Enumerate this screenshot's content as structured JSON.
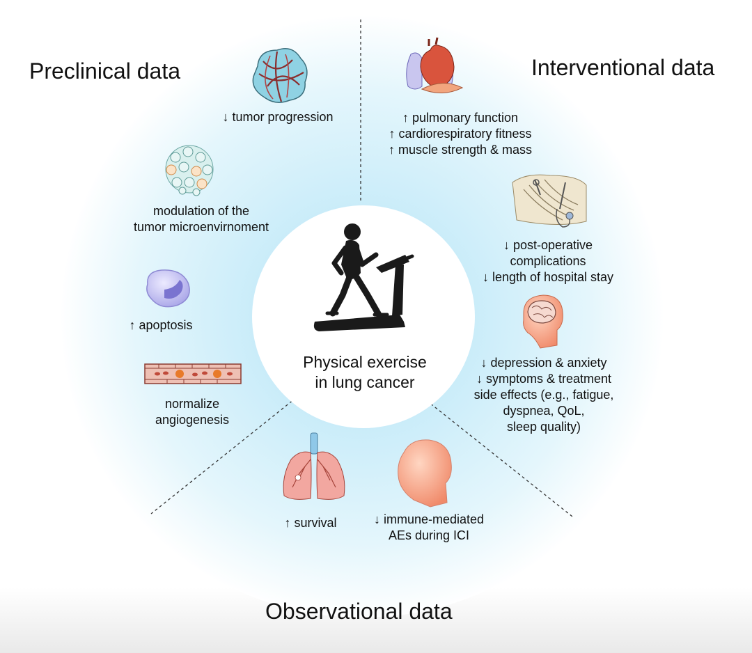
{
  "sections": {
    "preclinical": "Preclinical data",
    "interventional": "Interventional data",
    "observational": "Observational data"
  },
  "center": {
    "line1": "Physical exercise",
    "line2": "in lung cancer"
  },
  "preclinical": {
    "tumor_progression": "↓ tumor progression",
    "microenv_1": "modulation of the",
    "microenv_2": "tumor microenvirnoment",
    "apoptosis": "↑ apoptosis",
    "angio_1": "normalize",
    "angio_2": "angiogenesis"
  },
  "interventional": {
    "pulmonary": "↑ pulmonary function",
    "cardio": "↑ cardiorespiratory fitness",
    "muscle": "↑ muscle strength & mass",
    "postop_1": "↓ post-operative",
    "postop_2": "complications",
    "postop_3": "↓ length of hospital stay",
    "psych_1": "↓ depression & anxiety",
    "psych_2": "↓ symptoms & treatment",
    "psych_3": "side effects (e.g., fatigue,",
    "psych_4": "dyspnea, QoL,",
    "psych_5": "sleep quality)"
  },
  "observational": {
    "survival": "↑ survival",
    "immune_1": "↓ immune-mediated",
    "immune_2": "AEs during ICI"
  },
  "colors": {
    "ring_inner": "#d6f1fb",
    "ring_outer": "#ffffff",
    "center_circle": "#ffffff",
    "tissue_red": "#c8584a",
    "skin": "#f4a98a"
  },
  "icons": [
    "tumor-mass-icon",
    "cell-cluster-icon",
    "apoptotic-cell-icon",
    "blood-vessel-icon",
    "lungs-heart-muscle-icon",
    "surgery-chest-icon",
    "head-brain-icon",
    "lungs-icon",
    "head-icon",
    "treadmill-runner-icon"
  ]
}
